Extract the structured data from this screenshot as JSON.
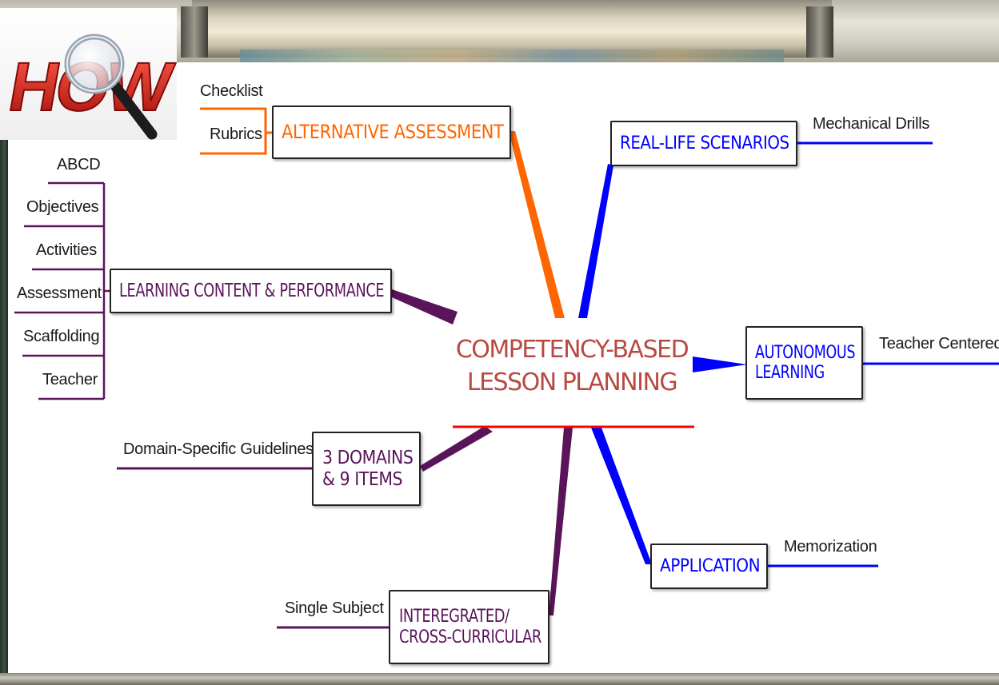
{
  "center": {
    "line1": "COMPETENCY-BASED",
    "line2": "LESSON PLANNING",
    "color": "#b84a42",
    "underline_color": "#ff0000"
  },
  "logo": {
    "text": "HOW",
    "color": "#d11e16"
  },
  "branches": {
    "alternative_assessment": {
      "label": "ALTERNATIVE ASSESSMENT",
      "color": "#ff6600",
      "leaves": [
        "Checklist",
        "Rubrics"
      ]
    },
    "learning_content": {
      "label": "LEARNING CONTENT & PERFORMANCE",
      "color": "#5a145a",
      "leaves": [
        "ABCD",
        "Objectives",
        "Activities",
        "Assessment",
        "Scaffolding",
        "Teacher"
      ]
    },
    "domains": {
      "line1": "3 DOMAINS",
      "line2": "& 9 ITEMS",
      "color": "#5a145a",
      "leaves": [
        "Domain-Specific Guidelines"
      ]
    },
    "integrated": {
      "line1": "INTEREGRATED/",
      "line2": "CROSS-CURRICULAR",
      "color": "#5a145a",
      "leaves": [
        "Single Subject"
      ]
    },
    "real_life": {
      "label": "REAL-LIFE SCENARIOS",
      "color": "#0000ff",
      "leaves": [
        "Mechanical Drills"
      ]
    },
    "autonomous": {
      "line1": "AUTONOMOUS",
      "line2": "LEARNING",
      "color": "#0000ff",
      "leaves": [
        "Teacher Centered"
      ]
    },
    "application": {
      "label": "APPLICATION",
      "color": "#0000ff",
      "leaves": [
        "Memorization"
      ]
    }
  }
}
